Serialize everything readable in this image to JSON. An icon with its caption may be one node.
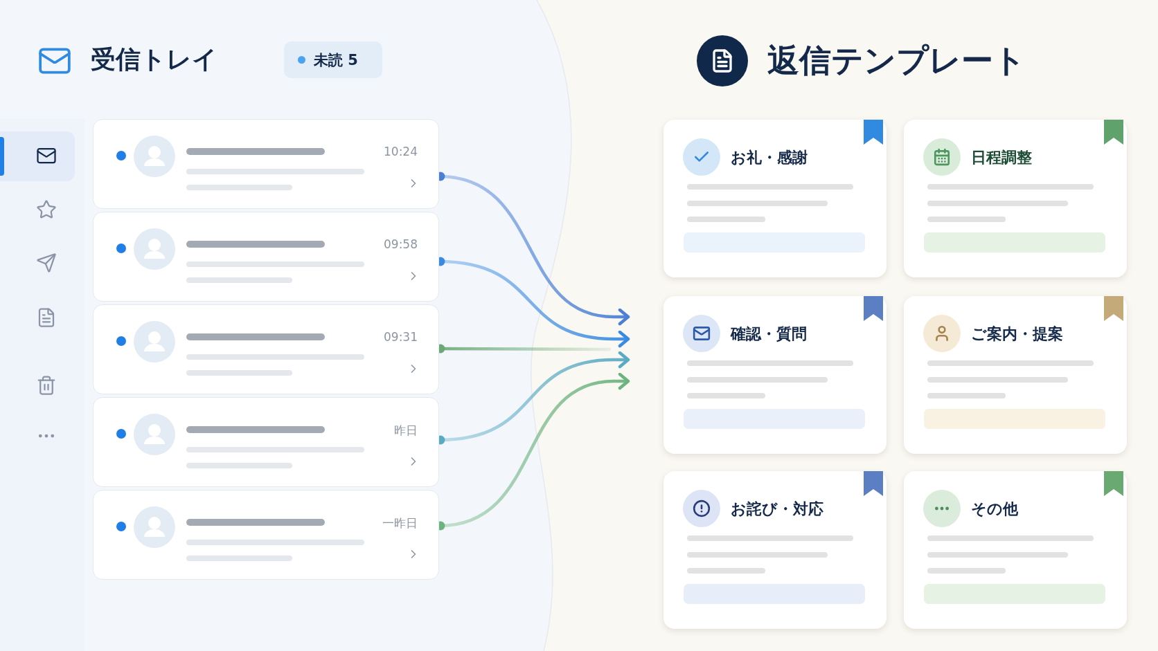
{
  "diagram": {
    "nodes": [
      {
        "text": [
          "10:24"
        ]
      },
      {
        "text": [
          "09:58"
        ]
      },
      {
        "text": [
          "09:31"
        ]
      },
      {
        "text": [
          "昨日"
        ]
      },
      {
        "text": [
          "一昨日"
        ]
      },
      {
        "text": [
          "お礼・感謝"
        ]
      },
      {
        "text": [
          "日程調整"
        ]
      },
      {
        "text": [
          "確認・質問"
        ]
      },
      {
        "text": [
          "ご案内・提案"
        ]
      },
      {
        "text": [
          "お詫び・対応"
        ]
      },
      {
        "text": [
          "その他"
        ]
      }
    ],
    "edges": [
      {
        "from": 0,
        "to": null,
        "arrow": "to",
        "color": "#4a7fd4"
      },
      {
        "from": 1,
        "to": null,
        "arrow": "to",
        "color": "#3a8ae2"
      },
      {
        "from": 2,
        "to": null,
        "arrow": "none",
        "color": "#6aa876"
      },
      {
        "from": 3,
        "to": null,
        "arrow": "to",
        "color": "#5aaac4"
      },
      {
        "from": 4,
        "to": null,
        "arrow": "to",
        "color": "#6db37f"
      }
    ],
    "labels": [
      "受信トレイ",
      "未読 5",
      "返信テンプレート"
    ]
  }
}
